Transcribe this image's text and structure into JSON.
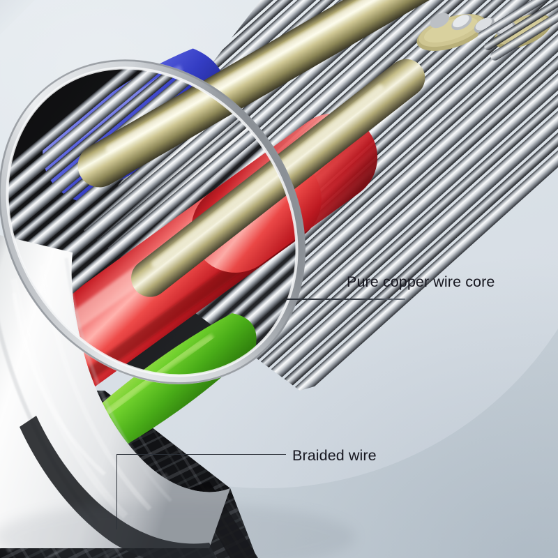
{
  "scene": {
    "title": "USB cable cutaway cross-section infographic",
    "background": {
      "base_color": "#c3ccd4",
      "light_color": "#e3e9ee",
      "circle_color": "#d9e0e6"
    }
  },
  "callouts": [
    {
      "id": "copper-core",
      "label": "Pure copper wire core",
      "leader_style": "underline",
      "text_color": "#16161f"
    },
    {
      "id": "braided-wire",
      "label": "Braided wire",
      "leader_style": "elbow",
      "text_color": "#16161f"
    }
  ],
  "materials": {
    "shell": {
      "name": "aluminum-connector-shell",
      "color": "#f2f3f4"
    },
    "braid_sleeve": {
      "name": "black-braided-nylon-sleeve",
      "color": "#151517"
    },
    "strands": {
      "name": "silver-braided-shield-strands",
      "color": "#c9ccd0"
    },
    "core_red": {
      "name": "red-power-wire",
      "color": "#d8202a"
    },
    "core_green": {
      "name": "green-data-wire",
      "color": "#5ec627"
    },
    "core_blue": {
      "name": "blue-data-wire",
      "color": "#4049d8"
    },
    "core_gold": {
      "name": "gold-copper-wire",
      "color": "#b0a86a"
    }
  }
}
